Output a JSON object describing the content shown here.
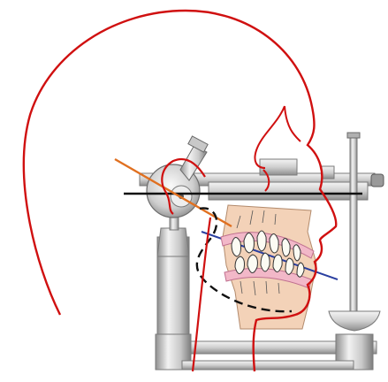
{
  "figure": {
    "description_labels": [],
    "colors": {
      "background": "#ffffff",
      "profile_outline": "#d01010",
      "reference_line": "#111111",
      "orange_axis": "#e07020",
      "blue_plane": "#2a3fa0",
      "dashed_mandible": "#111111",
      "tooth_region": "#f3d2b8",
      "metal_light": "#e6e6e6",
      "metal_mid": "#bdbdbd",
      "metal_dark": "#8a8a8a"
    },
    "icons": [
      "head-profile",
      "articulator",
      "face-bow",
      "dentition",
      "condyle-dial"
    ]
  }
}
